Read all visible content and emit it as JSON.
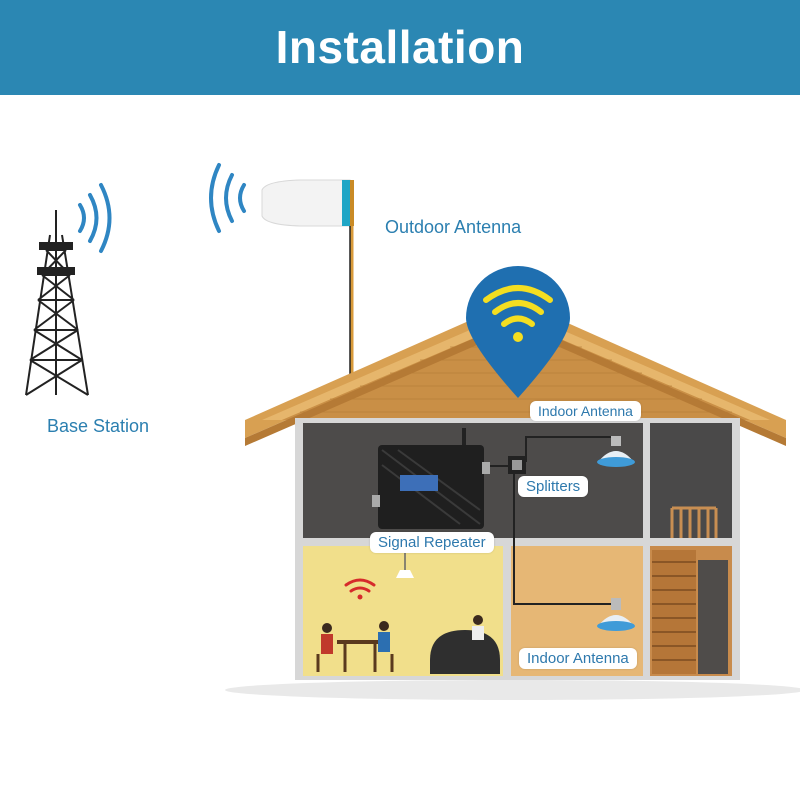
{
  "header": {
    "title": "Installation"
  },
  "labels": {
    "base_station": "Base Station",
    "outdoor_antenna": "Outdoor Antenna",
    "indoor_antenna_top": "Indoor Antenna",
    "splitters": "Splitters",
    "signal_repeater": "Signal Repeater",
    "indoor_antenna_bottom": "Indoor Antenna"
  },
  "colors": {
    "header_bg": "#2b87b3",
    "label_text": "#2b7fb0",
    "roof": "#d9a055",
    "wall_dark": "#4e4c4b",
    "room_yellow": "#f2df8a",
    "room_orange": "#e8b978",
    "wifi_pin": "#1f6fb0",
    "wifi_arcs": "#f4de21"
  }
}
